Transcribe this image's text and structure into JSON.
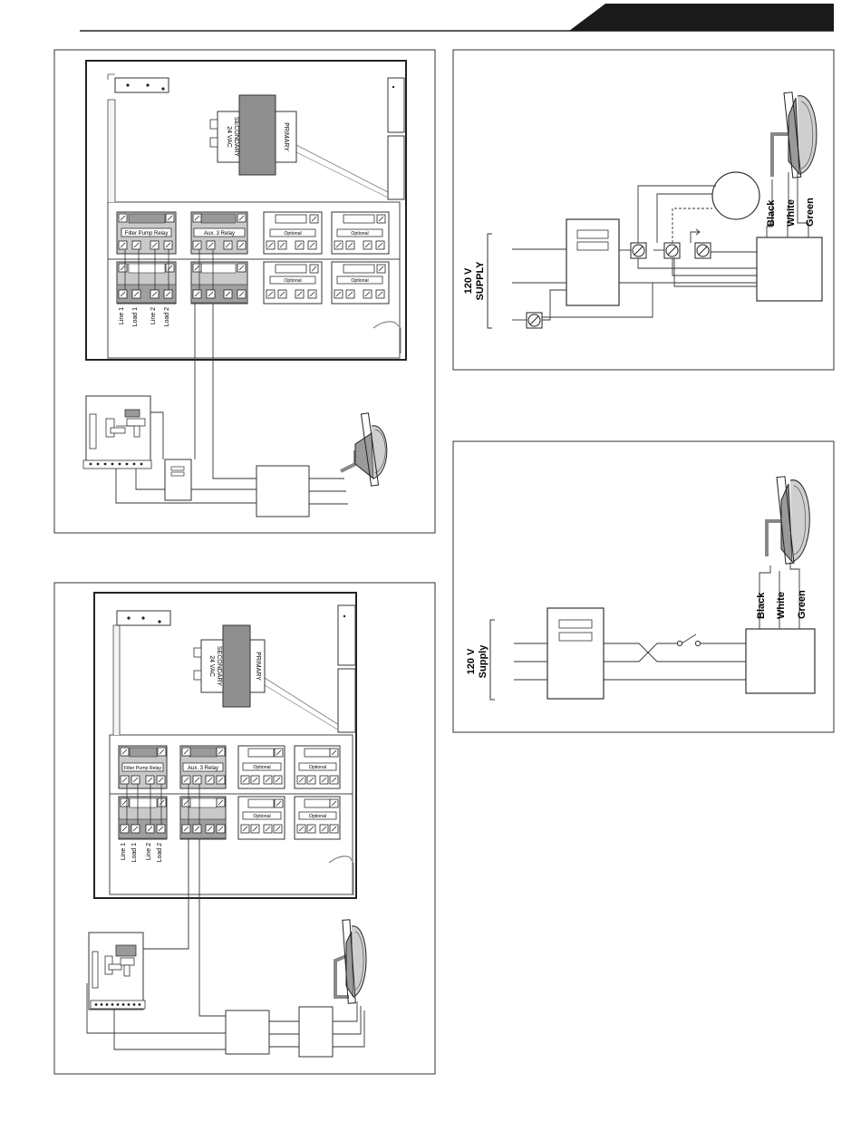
{
  "diagram_a": {
    "transformer_secondary_1": "24 VAC",
    "transformer_secondary_2": "SECONDARY",
    "transformer_primary": "PRIMARY",
    "relay_filter": "Filter Pump Relay",
    "relay_aux": "Aux. 3 Relay",
    "optional_1": "Optional",
    "optional_2": "Optional",
    "optional_3": "Optional",
    "optional_4": "Optional",
    "terminal_1": "Line 1",
    "terminal_2": "Load 1",
    "terminal_3": "Line 2",
    "terminal_4": "Load 2"
  },
  "diagram_b": {
    "transformer_secondary_1": "24 VAC",
    "transformer_secondary_2": "SECONDARY",
    "transformer_primary": "PRIMARY",
    "relay_filter": "Filter Pump Relay",
    "relay_aux": "Aux. 3 Relay",
    "optional_1": "Optional",
    "optional_2": "Optional",
    "optional_3": "Optional",
    "optional_4": "Optional",
    "terminal_1": "Line 1",
    "terminal_2": "Load 1",
    "terminal_3": "Line 2",
    "terminal_4": "Load 2"
  },
  "diagram_c": {
    "supply_1": "120 V",
    "supply_2": "SUPPLY",
    "wire_black": "Black",
    "wire_white": "White",
    "wire_green": "Green"
  },
  "diagram_d": {
    "supply_1": "120 V",
    "supply_2": "Supply",
    "wire_black": "Black",
    "wire_white": "White",
    "wire_green": "Green"
  }
}
